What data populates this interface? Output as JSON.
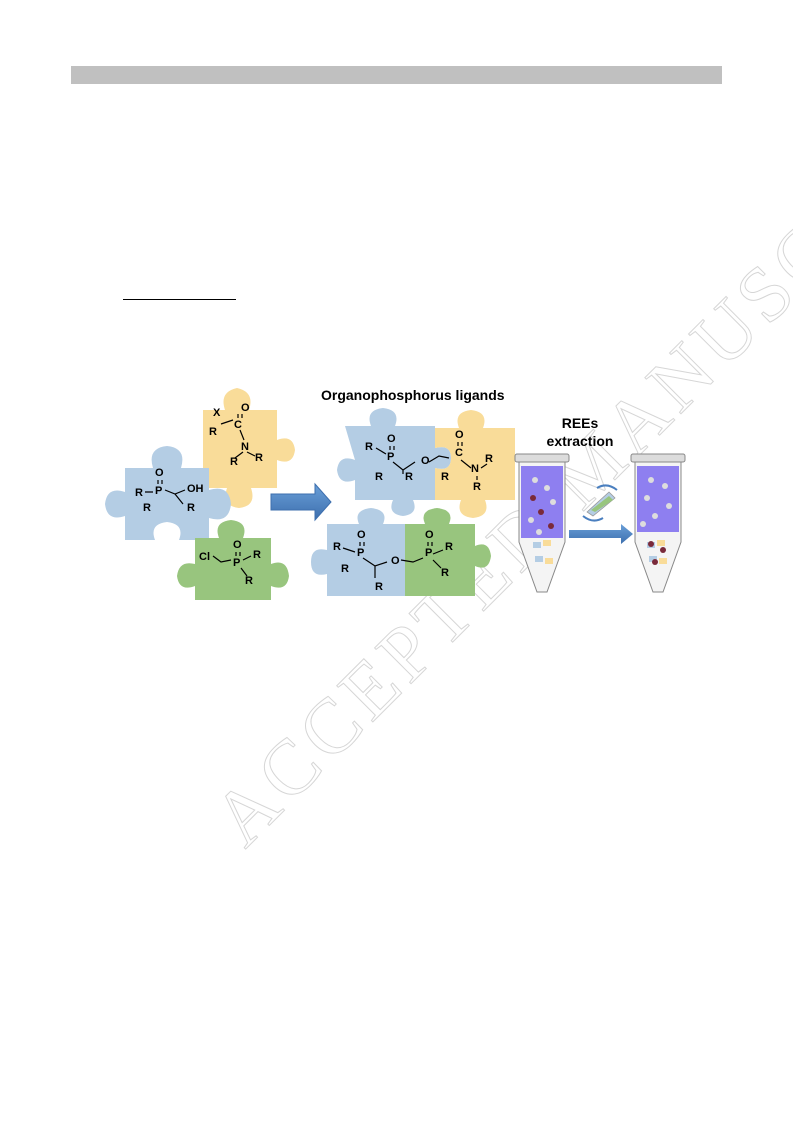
{
  "watermark": "ACCEPTED MANUSCRIPT",
  "figure": {
    "title": "Organophosphorus ligands",
    "extraction_label_line1": "REEs",
    "extraction_label_line2": "extraction",
    "colors": {
      "blue": "#b4cde4",
      "yellow": "#f9dc99",
      "green": "#98c57e",
      "arrow": "#4a7fbf",
      "tube_liquid": "#8e7ff0"
    },
    "atoms": {
      "R": "R",
      "P": "P",
      "O": "O",
      "OH": "OH",
      "X": "X",
      "C": "C",
      "N": "N",
      "Cl": "Cl"
    }
  }
}
